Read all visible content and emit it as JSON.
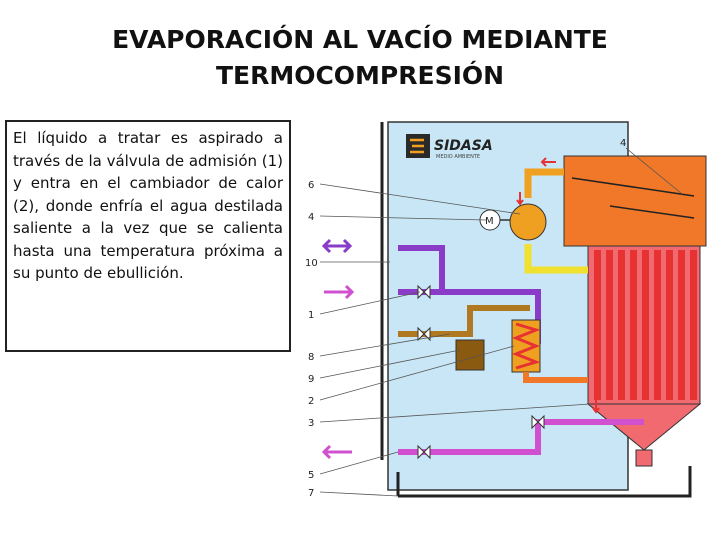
{
  "title_line1": "EVAPORACIÓN AL VACÍO MEDIANTE",
  "title_line2": "TERMOCOMPRESIÓN",
  "description": "El líquido a tratar es aspirado a través de la válvula de admisión (1) y entra en el cambiador de calor (2), donde enfría el agua destilada saliente a la vez que se calienta hasta una temperatura próxima a su punto de ebullición.",
  "logo": {
    "brand": "SIDASA",
    "tagline": "MEDIO AMBIENTE"
  },
  "motor_label": "M",
  "labels": {
    "l4_top": "4",
    "l6": "6",
    "l4": "4",
    "l10": "10",
    "l1": "1",
    "l8": "8",
    "l9": "9",
    "l2": "2",
    "l3": "3",
    "l5": "5",
    "l7": "7"
  },
  "colors": {
    "evaporator": "#f07828",
    "tubes": "#e63232",
    "steam": "#f0a020",
    "yellow_line": "#f0e030",
    "purple_line": "#8a3cc8",
    "pink_line": "#d050d0",
    "brown_line": "#b07820",
    "background_panel": "#c8e6f5"
  }
}
